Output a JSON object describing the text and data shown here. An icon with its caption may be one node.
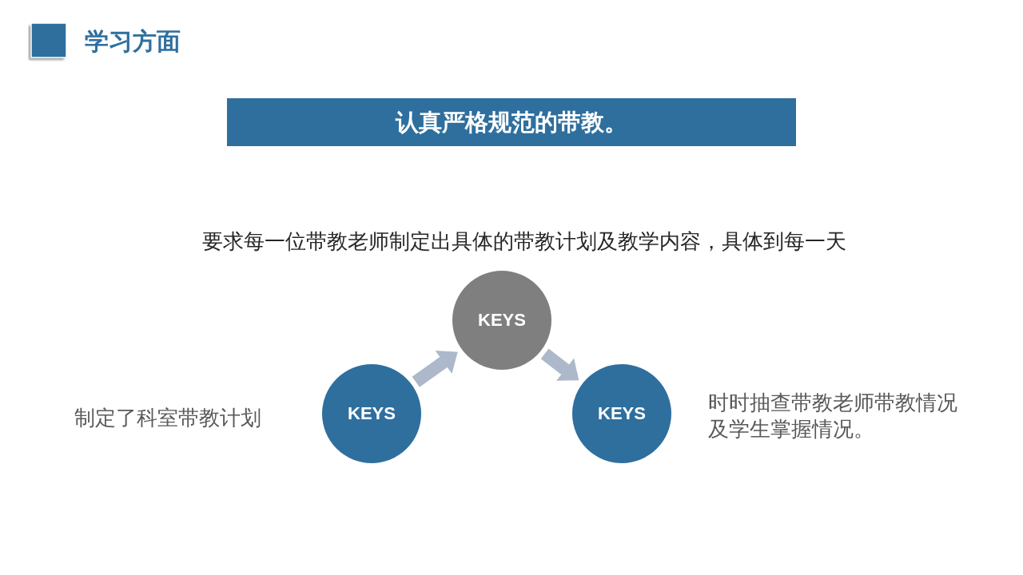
{
  "diagram": {
    "title": "学习方面",
    "nodes": [
      {
        "text": [
          "认真严格规范的带教。"
        ]
      },
      {
        "text": [
          "KEYS"
        ],
        "beside": [
          "制定了科室带教计划"
        ]
      },
      {
        "text": [
          "KEYS"
        ],
        "beside": [
          "要求每一位带教老师制定出具体的带教计划及教学内容，具体到每一天"
        ]
      },
      {
        "text": [
          "KEYS"
        ],
        "beside": [
          "时时抽查带教老师带教情况及学生掌握情况。"
        ]
      }
    ],
    "edges": [
      {
        "from": 1,
        "to": 2,
        "arrow": "to"
      },
      {
        "from": 2,
        "to": 3,
        "arrow": "to"
      }
    ]
  }
}
